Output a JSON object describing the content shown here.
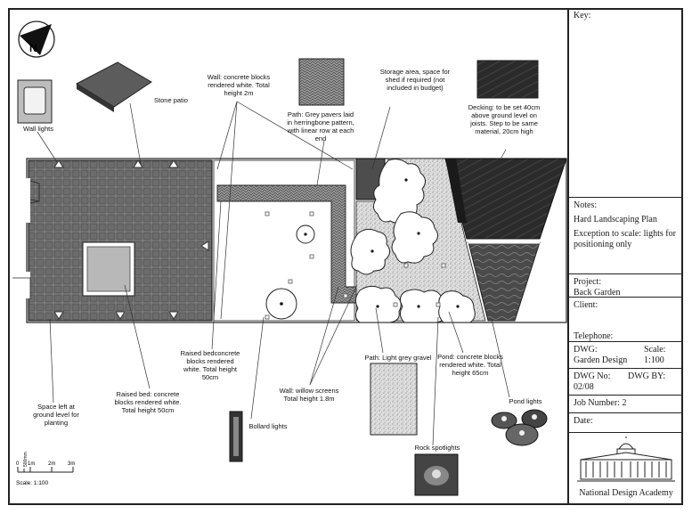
{
  "north": "N",
  "labels": {
    "wall_lights": "Wall lights",
    "stone_patio": "Stone patio",
    "wall_concrete": "Wall: concrete blocks rendered white. Total height 2m",
    "path_pavers": "Path: Grey pavers laid in herringbone pattern, with linear row at each end",
    "storage": "Storage area, space for shed if required (not included in budget)",
    "decking": "Decking: to be set 40cm above ground level on joists. Step to be same material, 20cm high",
    "raised_bed_concrete": "Raised bedconcrete blocks rendered white. Total height 50cm",
    "bollard": "Bollard lights",
    "wall_willow": "Wall: willow screens Total height 1.8m",
    "path_gravel": "Path: Light grey gravel",
    "pond": "Pond: concrete blocks rendered white. Total height 65cm",
    "pond_lights": "Pond lights",
    "space_left": "Space left at ground level for planting",
    "raised_bed": "Raised bed: concrete blocks rendered white. Total height 50cm",
    "rock_spotlights": "Rock spotlights"
  },
  "scale_bar": {
    "ticks": [
      "0",
      "500mm",
      "1m",
      "2m",
      "3m"
    ],
    "caption": "Scale: 1:100"
  },
  "title_block": {
    "key": "Key:",
    "notes_label": "Notes:",
    "notes_title": "Hard Landscaping Plan",
    "notes_text": "Exception to scale: lights for positioning only",
    "project_label": "Project:",
    "project_value": "Back Garden",
    "client_label": "Client:",
    "telephone_label": "Telephone:",
    "dwg_label": "DWG:",
    "dwg_value": "Garden Design",
    "scale_label": "Scale:",
    "scale_value": "1:100",
    "dwg_no_label": "DWG No:",
    "dwg_no_value": "02/08",
    "dwg_by_label": "DWG BY:",
    "job_number": "Job Number: 2",
    "date_label": "Date:",
    "academy": "National Design Academy"
  },
  "colors": {
    "paver": "#6f6f6f",
    "decking": "#2a2a2a",
    "water": "#4a4a4a",
    "gravel": "#cfcfcf"
  }
}
